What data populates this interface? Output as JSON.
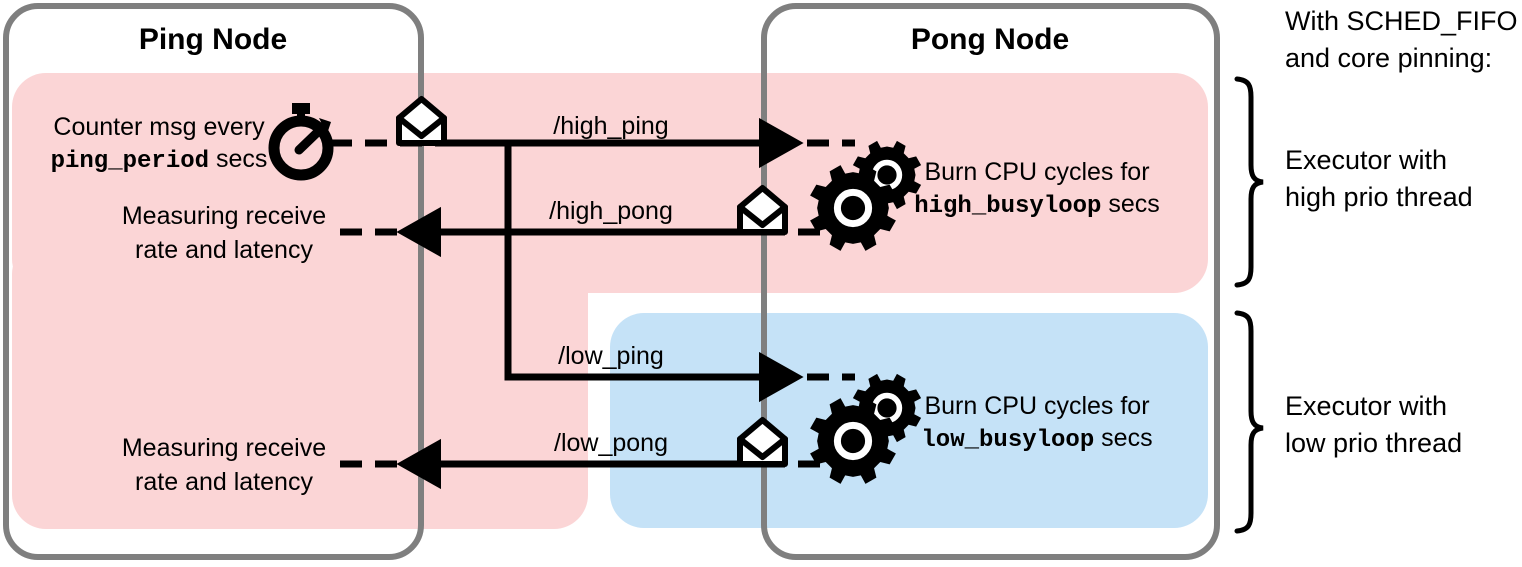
{
  "diagram": {
    "title_left": "Ping Node",
    "title_right": "Pong Node",
    "colors": {
      "high_prio_region": "#fbd5d6",
      "low_prio_region": "#c5e2f7",
      "node_border": "#7f7f7f",
      "ink": "#000000",
      "background": "#ffffff"
    }
  },
  "ping_node": {
    "title": "Ping Node",
    "counter_line1": "Counter msg every",
    "counter_param": "ping_period",
    "counter_line2_suffix": " secs",
    "high_measure_line1": "Measuring receive",
    "high_measure_line2": "rate and latency",
    "low_measure_line1": "Measuring receive",
    "low_measure_line2": "rate and latency",
    "timer_icon": "stopwatch-icon",
    "publisher_icon": "envelope-icon"
  },
  "pong_node": {
    "title": "Pong Node",
    "high_burn_line1": "Burn CPU cycles for",
    "high_burn_param": "high_busyloop",
    "high_burn_suffix": " secs",
    "low_burn_line1": "Burn CPU cycles for",
    "low_burn_param": "low_busyloop",
    "low_burn_suffix": " secs",
    "gears_icon": "gears-icon",
    "subscriber_icon": "envelope-icon"
  },
  "topics": {
    "high_ping": "/high_ping",
    "high_pong": "/high_pong",
    "low_ping": "/low_ping",
    "low_pong": "/low_pong"
  },
  "annotations": {
    "heading_line1": "With SCHED_FIFO",
    "heading_line2": "and core pinning:",
    "high_exec_line1": "Executor with",
    "high_exec_line2": "high prio thread",
    "low_exec_line1": "Executor with",
    "low_exec_line2": "low prio thread"
  }
}
